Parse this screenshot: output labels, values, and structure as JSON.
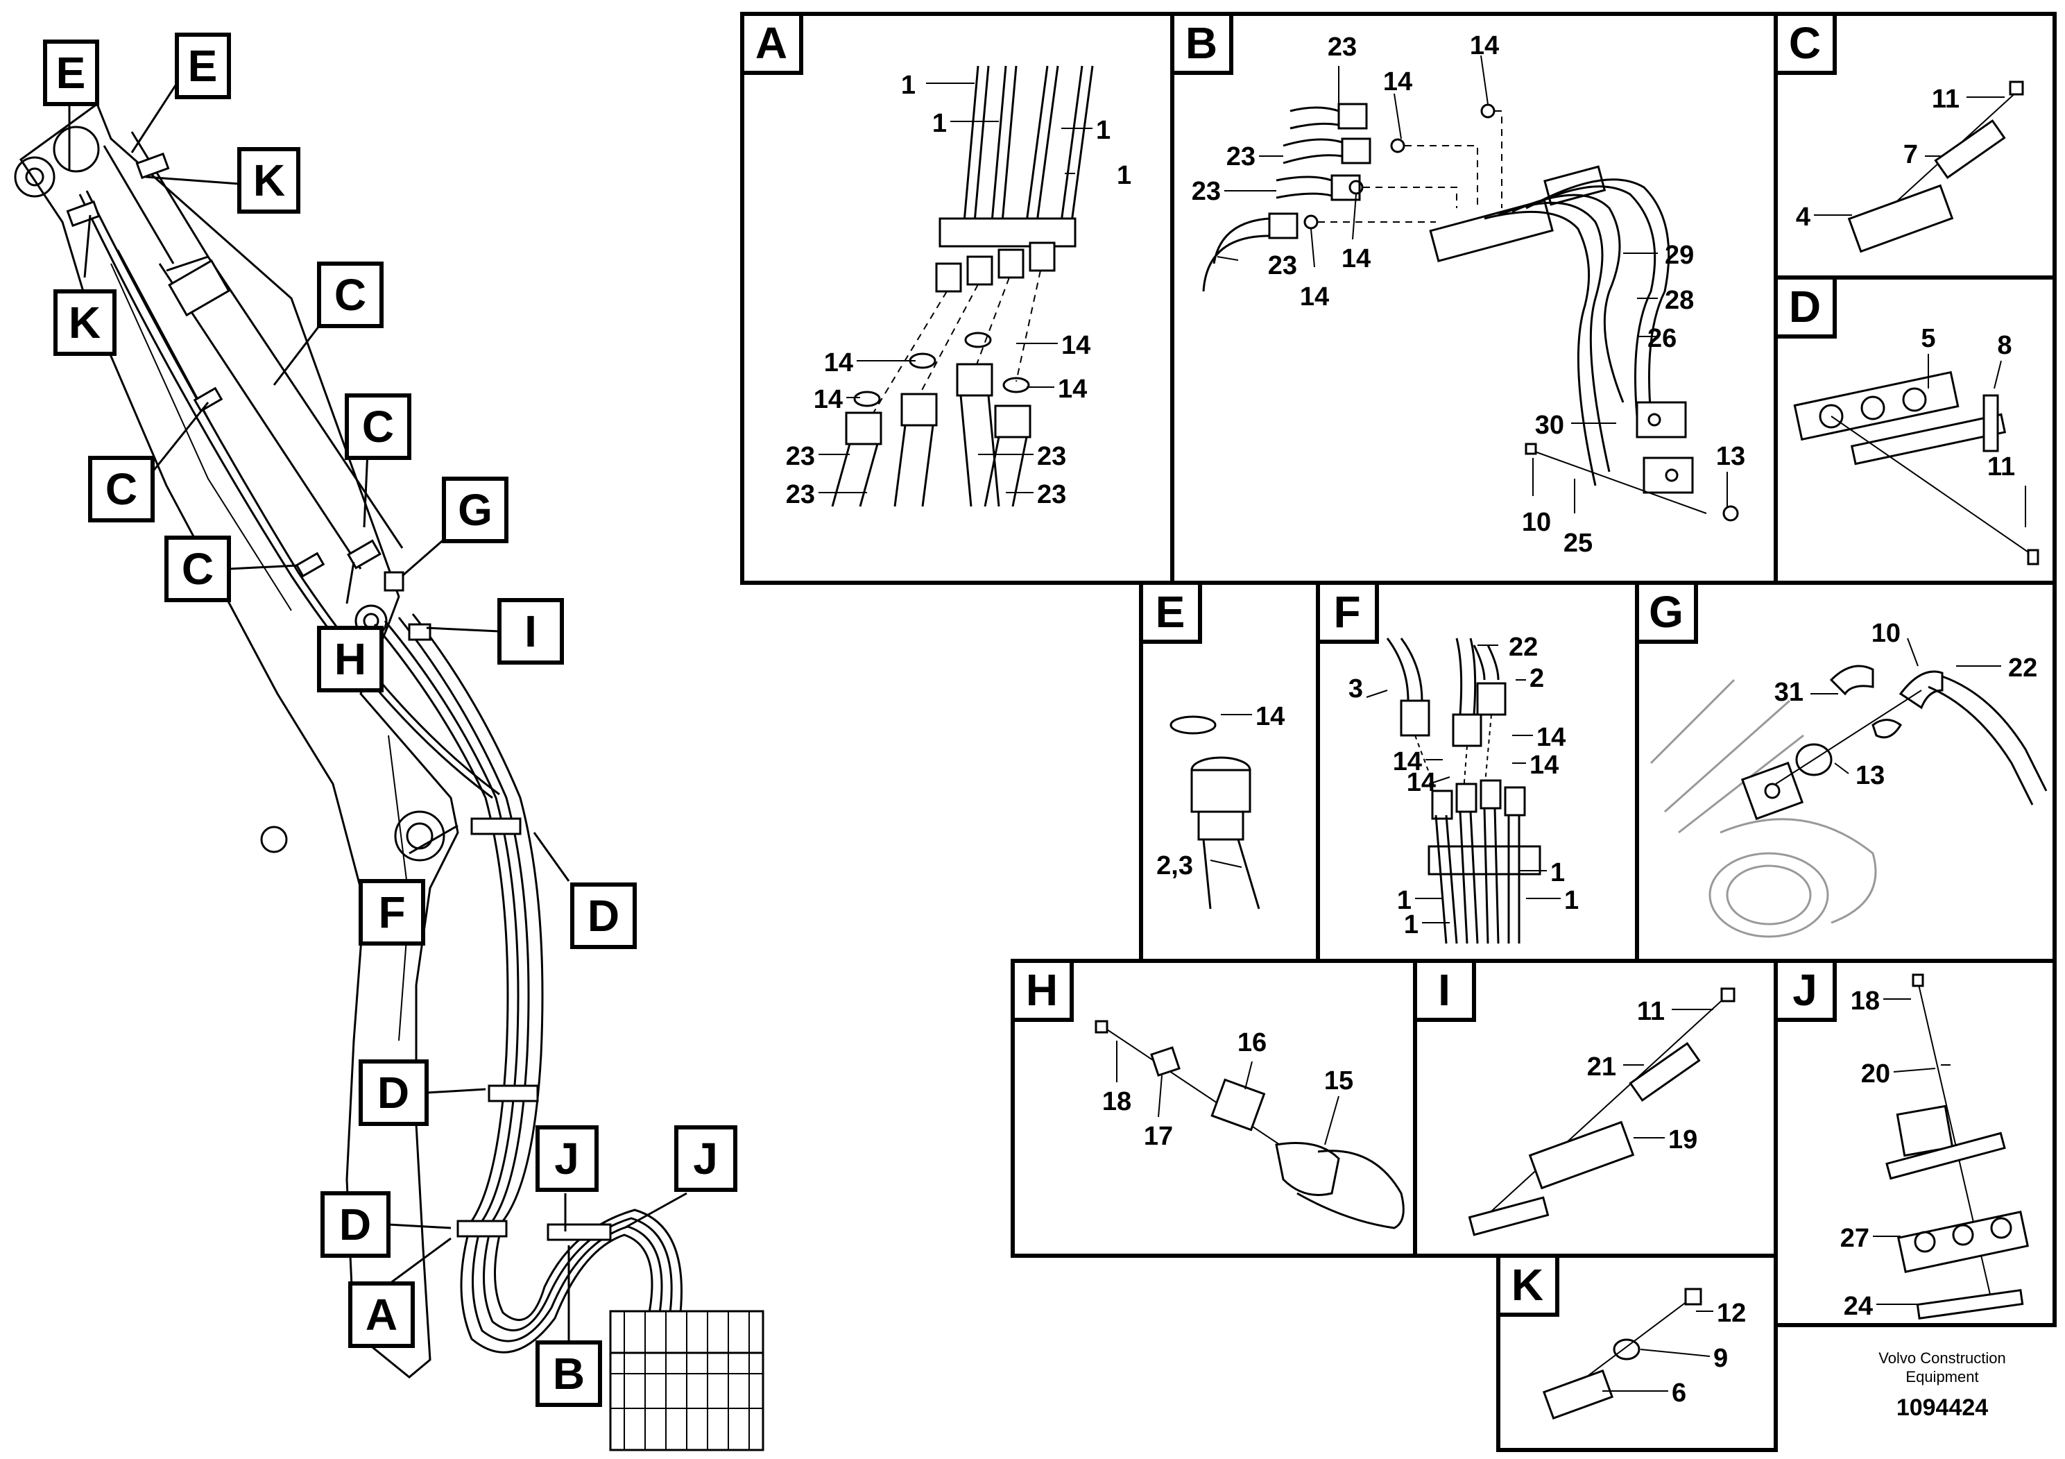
{
  "callouts": {
    "E1": "E",
    "E2": "E",
    "K1": "K",
    "K2": "K",
    "C1": "C",
    "C2": "C",
    "C3": "C",
    "C4": "C",
    "G": "G",
    "H": "H",
    "I": "I",
    "F": "F",
    "D1": "D",
    "D2": "D",
    "D3": "D",
    "J1": "J",
    "J2": "J",
    "A": "A",
    "B": "B"
  },
  "panels": {
    "A": {
      "letter": "A",
      "labels": [
        "1",
        "1",
        "1",
        "1",
        "14",
        "14",
        "14",
        "14",
        "23",
        "23",
        "23",
        "23"
      ]
    },
    "B": {
      "letter": "B",
      "labels": [
        "23",
        "14",
        "14",
        "23",
        "23",
        "23",
        "14",
        "14",
        "29",
        "28",
        "26",
        "30",
        "13",
        "10",
        "25"
      ]
    },
    "C": {
      "letter": "C",
      "labels": [
        "11",
        "7",
        "4"
      ]
    },
    "D": {
      "letter": "D",
      "labels": [
        "5",
        "8",
        "11"
      ]
    },
    "E": {
      "letter": "E",
      "labels": [
        "14",
        "2,3"
      ]
    },
    "F": {
      "letter": "F",
      "labels": [
        "22",
        "3",
        "2",
        "14",
        "14",
        "14",
        "14",
        "1",
        "1",
        "1",
        "1"
      ]
    },
    "G": {
      "letter": "G",
      "labels": [
        "10",
        "22",
        "31",
        "13"
      ]
    },
    "H": {
      "letter": "H",
      "labels": [
        "16",
        "15",
        "18",
        "17"
      ]
    },
    "I": {
      "letter": "I",
      "labels": [
        "11",
        "21",
        "19"
      ]
    },
    "J": {
      "letter": "J",
      "labels": [
        "18",
        "20",
        "27",
        "24"
      ]
    },
    "K": {
      "letter": "K",
      "labels": [
        "12",
        "9",
        "6"
      ]
    }
  },
  "footer": {
    "company_line1": "Volvo Construction",
    "company_line2": "Equipment",
    "doc_number": "1094424"
  }
}
